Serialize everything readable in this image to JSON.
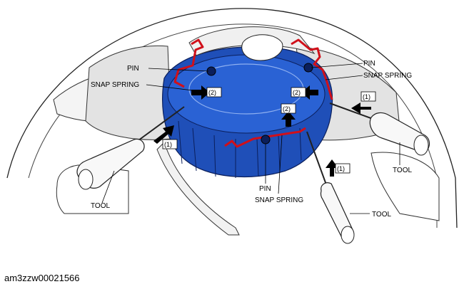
{
  "labels": {
    "pin_left": "PIN",
    "snap_spring_left": "SNAP SPRING",
    "pin_right": "PIN",
    "snap_spring_right": "SNAP SPRING",
    "pin_bottom": "PIN",
    "snap_spring_bottom": "SNAP SPRING",
    "tool_left": "TOOL",
    "tool_right": "TOOL",
    "tool_bottom": "TOOL",
    "step_1": "(1)",
    "step_2": "(2)"
  },
  "figure_code": "am3zzw00021566",
  "colors": {
    "module_blue": "#1f4fb8",
    "spring_red": "#d0101a",
    "arrow": "#000000"
  }
}
